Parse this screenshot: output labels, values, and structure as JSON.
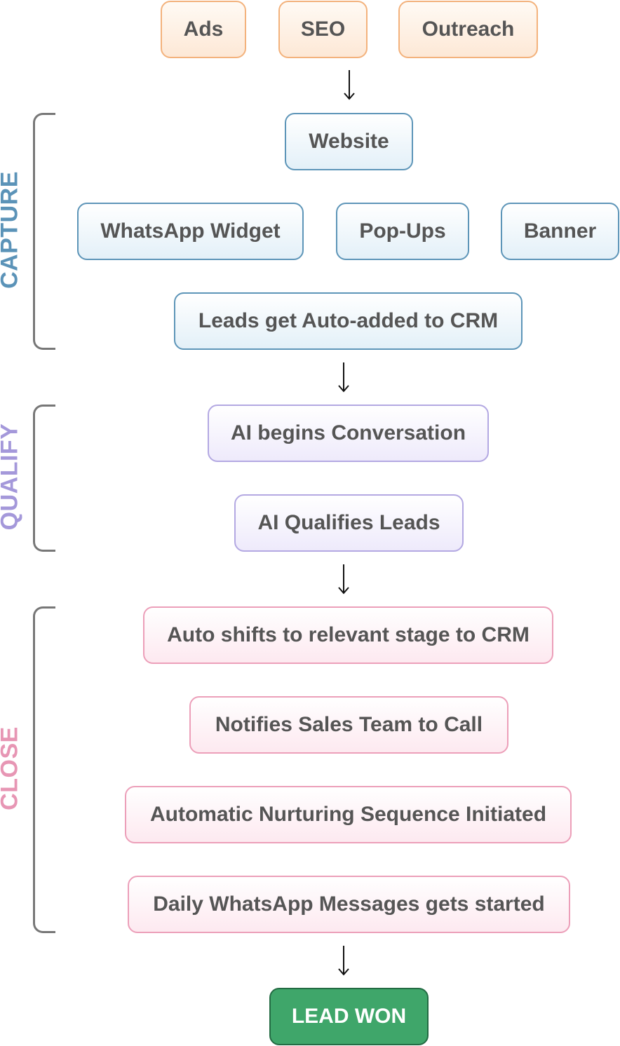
{
  "sources": [
    "Ads",
    "SEO",
    "Outreach"
  ],
  "capture": {
    "label": "CAPTURE",
    "color": "#5b93b8",
    "website": "Website",
    "channels": [
      "WhatsApp Widget",
      "Pop-Ups",
      "Banner"
    ],
    "crm": "Leads get Auto-added to CRM"
  },
  "qualify": {
    "label": "QUALIFY",
    "color": "#a498da",
    "steps": [
      "AI begins Conversation",
      "AI Qualifies Leads"
    ]
  },
  "close": {
    "label": "CLOSE",
    "color": "#e796b4",
    "steps": [
      "Auto shifts to relevant stage to CRM",
      "Notifies Sales Team to Call",
      "Automatic Nurturing Sequence Initiated",
      "Daily WhatsApp Messages gets started"
    ]
  },
  "result": "LEAD WON"
}
